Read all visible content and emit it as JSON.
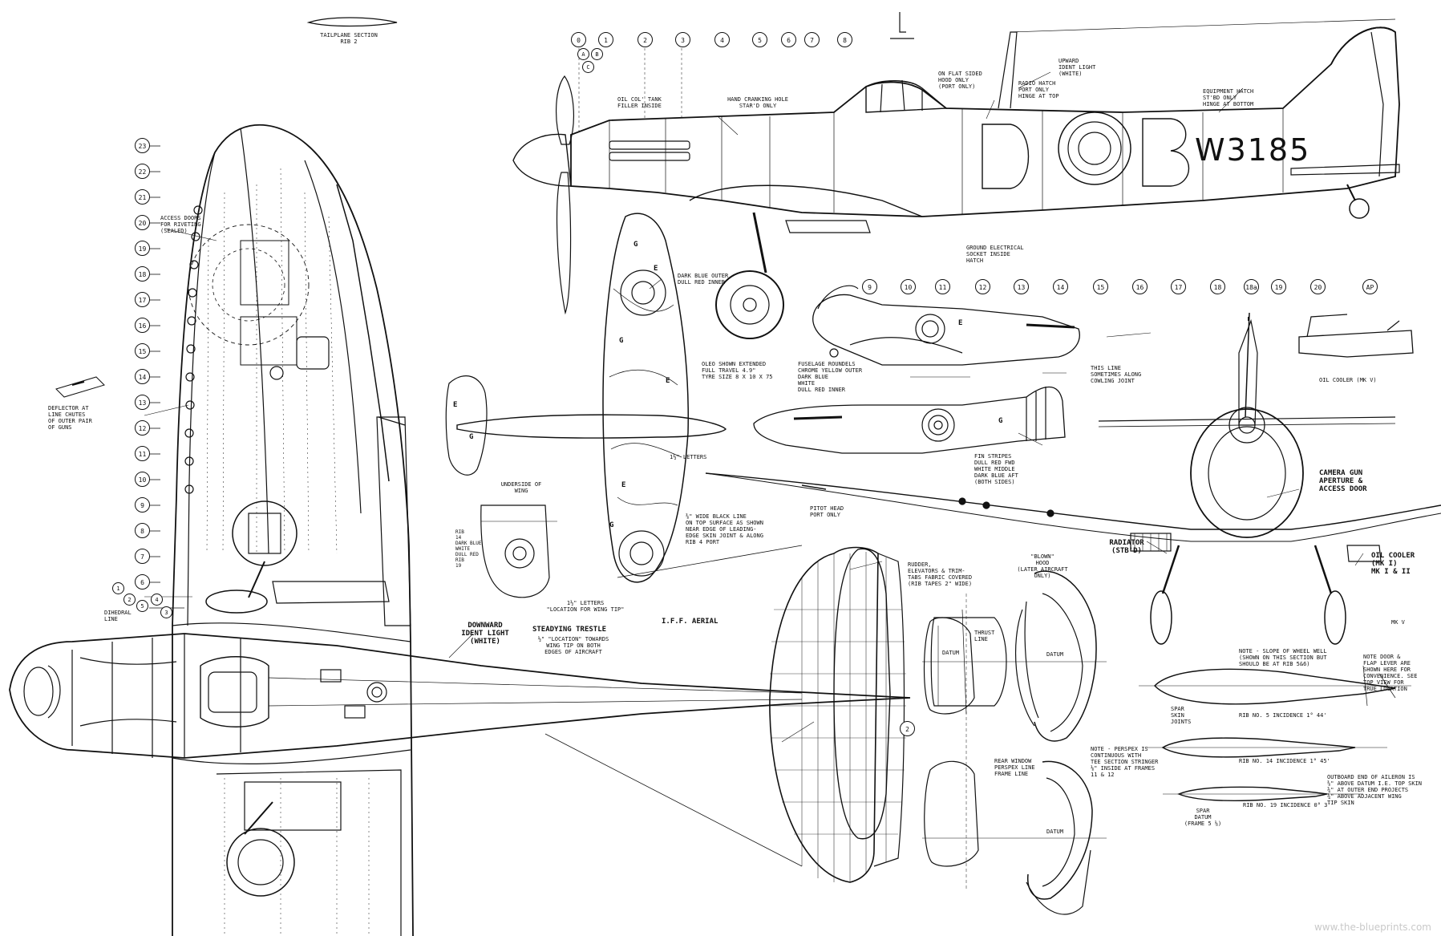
{
  "serial": "W3185",
  "code_letter": "D",
  "code_letter_2": "B",
  "watermark": "www.the-blueprints.com",
  "labels": {
    "tailplane_section": "TAILPLANE SECTION\nRIB 2",
    "access_doors": "ACCESS DOORS\nFOR RIVETING.\n(SEALED)",
    "deflector": "DEFLECTOR AT\nLINE CHUTES\nOF OUTER PAIR\nOF GUNS",
    "dihedral": "DIHEDRAL\nLINE",
    "oil_tank": "OIL COL' TANK\nFILLER INSIDE",
    "hand_cranking": "HAND CRANKING HOLE\nSTAR'D ONLY",
    "flat_sided_hood": "ON FLAT SIDED\nHOOD ONLY\n(PORT ONLY)",
    "upward_ident": "UPWARD\nIDENT LIGHT\n(WHITE)",
    "radio_hatch": "RADIO HATCH\nPORT ONLY\nHINGE AT TOP",
    "equipment_hatch": "EQUIPMENT HATCH\nST'BD ONLY\nHINGE AT BOTTOM",
    "ground_electrical": "GROUND ELECTRICAL\nSOCKET INSIDE\nHATCH",
    "roundel_wing": "DARK BLUE OUTER\nDULL RED INNER",
    "oleo": "OLEO SHOWN EXTENDED\nFULL TRAVEL 4.9\"\nTYRE SIZE 8 x 10 x 75",
    "fuselage_roundels": "FUSELAGE ROUNDELS\nCHROME YELLOW OUTER\nDARK BLUE\nWHITE\nDULL RED INNER",
    "this_line": "THIS LINE\nSOMETIMES ALONG\nCOWLING JOINT",
    "oil_cooler_mk5": "OIL COOLER (MK V)",
    "fin_stripes": "FIN STRIPES\nDULL RED FWD\nWHITE MIDDLE\nDARK BLUE AFT\n(BOTH SIDES)",
    "letters_15": "1½\" LETTERS",
    "underside_wing": "UNDERSIDE OF\nWING",
    "black_line": "⅜\" WIDE BLACK LINE\nON TOP SURFACE AS SHOWN\nNEAR EDGE OF LEADING-\nEDGE SKIN JOINT & ALONG\nRIB 4 PORT",
    "rib_labels": "RIB\n14\nDARK BLUE\nWHITE\nDULL RED\nRIB\n19",
    "letters_location": "1½\" LETTERS\n\"LOCATION FOR WING TIP\"",
    "steadying_trestle": "STEADYING TRESTLE",
    "trestle_note": "½\" \"LOCATION\" TOWARDS\nWING TIP ON BOTH\nEDGES OF AIRCRAFT",
    "pitot": "PITOT HEAD\nPORT ONLY",
    "camera_gun": "CAMERA GUN\nAPERTURE &\nACCESS DOOR",
    "radiator": "RADIATOR\n(STB'D)",
    "oil_cooler_mk1": "OIL COOLER\n(MK I)\nMK I & II",
    "mk_v": "MK V",
    "downward_ident": "DOWNWARD\nIDENT LIGHT\n(WHITE)",
    "iff_aerial": "I.F.F. AERIAL",
    "rudder_fabric": "RUDDER,\nELEVATORS & TRIM-\nTABS FABRIC COVERED\n(RIB TAPES 2\" WIDE)",
    "blown_hood": "\"BLOWN\"\nHOOD\n(LATER AIRCRAFT\nONLY)",
    "thrust_line": "THRUST\nLINE",
    "datum": "DATUM",
    "rear_window": "REAR WINDOW\nPERSPEX LINE\nFRAME LINE",
    "perspex_note": "NOTE - PERSPEX IS\nCONTINUOUS WITH\nTEE SECTION STRINGER\n⅛\" INSIDE AT FRAMES\n11 & 12",
    "slope_note": "NOTE - SLOPE OF WHEEL WELL\n(SHOWN ON THIS SECTION BUT\nSHOULD BE AT RIB 5&6)",
    "door_note": "NOTE DOOR &\nFLAP LEVER ARE\nSHOWN HERE FOR\nCONVENIENCE. SEE\nTOP VIEW FOR\nTRUE LOCATION",
    "rib5": "RIB No. 5     INCIDENCE 1° 44'",
    "rib14": "RIB No. 14     INCIDENCE 1° 45'",
    "rib19": "RIB No. 19     INCIDENCE 0° 3'",
    "spar_joints": "SPAR\nSKIN\nJOINTS",
    "spar_datum": "SPAR\nDATUM\n(FRAME 5 ⅛)",
    "outboard_note": "OUTBOARD END OF AILERON IS\n⅜\" ABOVE DATUM I.E. TOP SKIN\n¾\" AT OUTER END PROJECTS\n¾\" ABOVE ADJACENT WING\nTIP SKIN"
  },
  "stations_top": [
    "0",
    "1",
    "2",
    "3",
    "4",
    "5",
    "6",
    "7",
    "8"
  ],
  "stations_top_sub": [
    "A",
    "B",
    "C"
  ],
  "stations_side": [
    "9",
    "10",
    "11",
    "12",
    "13",
    "14",
    "15",
    "16",
    "17",
    "18",
    "18a",
    "19",
    "20",
    "AP"
  ],
  "stations_wing": [
    "23",
    "22",
    "21",
    "20",
    "19",
    "18",
    "17",
    "16",
    "15",
    "14",
    "13",
    "12",
    "11",
    "10",
    "9",
    "8",
    "7",
    "6",
    "5",
    "4",
    "3",
    "2",
    "1"
  ],
  "tail_station": "2",
  "wing_letters": [
    "G",
    "E",
    "G",
    "E",
    "E",
    "G",
    "E",
    "G",
    "E",
    "G"
  ],
  "colors": {
    "ink": "#111111",
    "paper": "#ffffff",
    "watermark": "#c9c9c9"
  }
}
